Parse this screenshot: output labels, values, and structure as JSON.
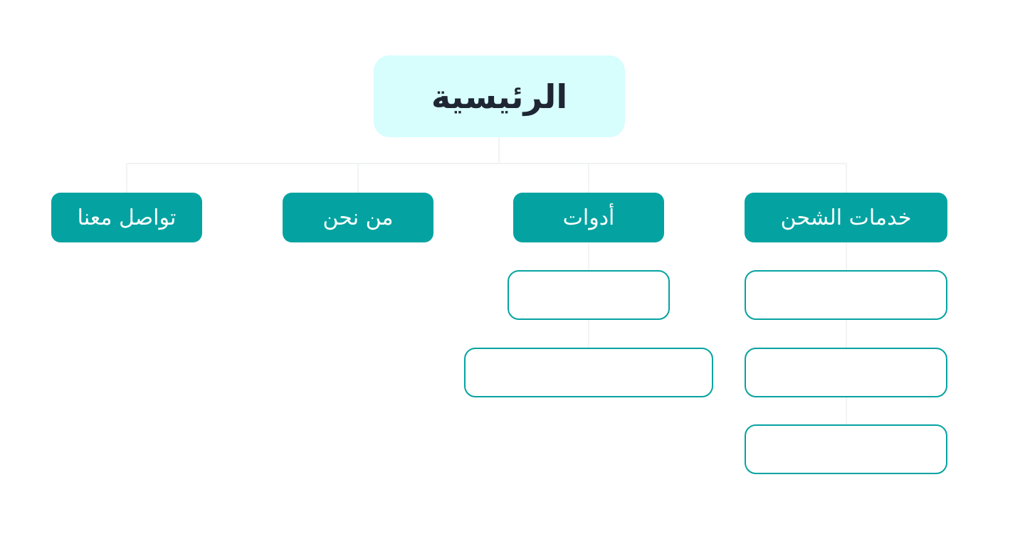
{
  "colors": {
    "root_background": "#d7fdfd",
    "root_text": "#1f2633",
    "nav_background": "#04a3a1",
    "nav_text": "#ffffff",
    "sub_border": "#04a3a1",
    "connector": "#f1f3f3"
  },
  "root": {
    "label": "الرئيسية"
  },
  "nav": {
    "shipping_services": "خدمات الشحن",
    "tools": "أدوات",
    "about_us": "من نحن",
    "contact_us": "تواصل معنا"
  },
  "sub_items": {
    "shipping_services": [
      "",
      "",
      ""
    ],
    "tools": [
      "",
      ""
    ]
  }
}
